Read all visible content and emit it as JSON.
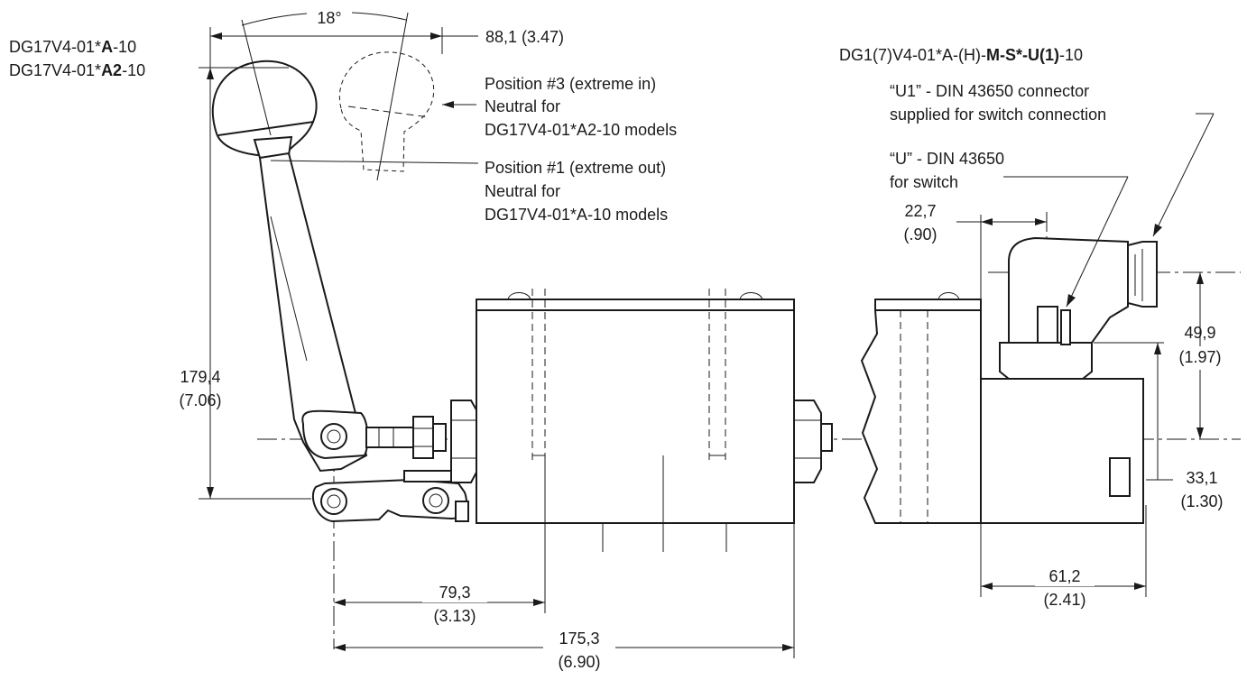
{
  "labels": {
    "model_a": {
      "prefix": "DG17V4-01*",
      "bold": "A",
      "suffix": "-10"
    },
    "model_a2": {
      "prefix": "DG17V4-01*",
      "bold": "A2",
      "suffix": "-10"
    },
    "angle": "18°",
    "dim_88": "88,1 (3.47)",
    "pos3_line1": "Position #3 (extreme in)",
    "pos3_line2": "Neutral for",
    "pos3_line3": "DG17V4-01*A2-10 models",
    "pos1_line1": "Position #1 (extreme out)",
    "pos1_line2": "Neutral for",
    "pos1_line3": "DG17V4-01*A-10 models",
    "model_switch": {
      "prefix": "DG1(7)V4-01*A-(H)-",
      "bold": "M-S*-U(1)",
      "suffix": "-10"
    },
    "u1_line1": "“U1” - DIN 43650 connector",
    "u1_line2": "supplied for switch connection",
    "u_line1": "“U” - DIN 43650",
    "u_line2": "for switch",
    "dim_22_mm": "22,7",
    "dim_22_in": "(.90)",
    "dim_49_mm": "49,9",
    "dim_49_in": "(1.97)",
    "dim_179_mm": "179,4",
    "dim_179_in": "(7.06)",
    "dim_33_mm": "33,1",
    "dim_33_in": "(1.30)",
    "dim_61_mm": "61,2",
    "dim_61_in": "(2.41)",
    "dim_79_mm": "79,3",
    "dim_79_in": "(3.13)",
    "dim_175_mm": "175,3",
    "dim_175_in": "(6.90)"
  }
}
